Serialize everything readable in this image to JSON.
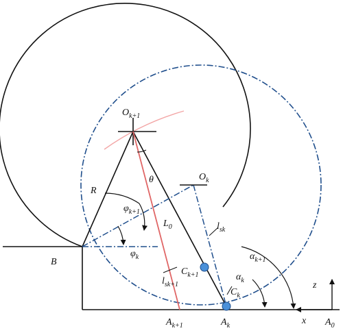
{
  "colors": {
    "solid_line": "#111111",
    "dash_dot_line": "#1f4e8c",
    "red_line": "#e06666",
    "pink_arc": "#f3a6a6",
    "point_fill": "#4a90d9"
  },
  "labels": {
    "O_next": {
      "base": "O",
      "sub": "k+1"
    },
    "O_k": {
      "base": "O",
      "sub": "k"
    },
    "theta": {
      "base": "θ",
      "sub": ""
    },
    "R": {
      "base": "R",
      "sub": ""
    },
    "phi_next": {
      "base": "φ",
      "sub": "k+1"
    },
    "phi_k": {
      "base": "φ",
      "sub": "k"
    },
    "L0": {
      "base": "L",
      "sub": "0"
    },
    "l_sk": {
      "base": "l",
      "sub": "sk"
    },
    "l_sk_next": {
      "base": "l",
      "sub": "sk+1"
    },
    "C_next": {
      "base": "C",
      "sub": "k+1"
    },
    "C_k": {
      "base": "C",
      "sub": "k"
    },
    "alpha_next": {
      "base": "α",
      "sub": "k+1"
    },
    "alpha_k": {
      "base": "α",
      "sub": "k"
    },
    "B": {
      "base": "B",
      "sub": ""
    },
    "A_next": {
      "base": "A",
      "sub": "k+1"
    },
    "A_k": {
      "base": "A",
      "sub": "k"
    },
    "A_0": {
      "base": "A",
      "sub": "0"
    },
    "x": {
      "base": "x",
      "sub": ""
    },
    "z": {
      "base": "z",
      "sub": ""
    }
  }
}
